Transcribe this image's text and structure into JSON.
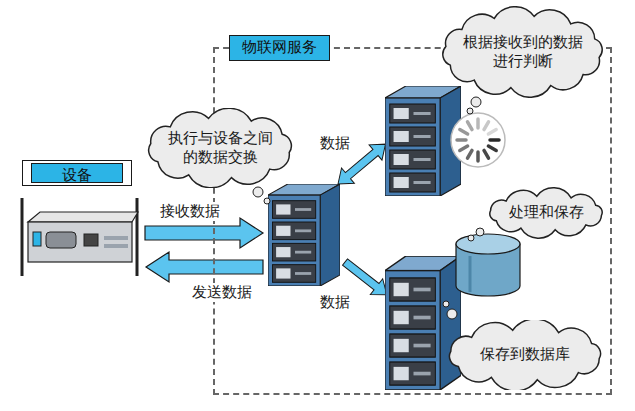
{
  "diagram": {
    "nodes": [
      {
        "text": [
          "设备"
        ]
      },
      {
        "text": [
          "物联网服务"
        ]
      },
      {
        "text": [
          "执行与设备之间的数据交换"
        ],
        "in": 1
      },
      {
        "text": [
          "根据接收到的数据进行判断"
        ],
        "in": 1
      },
      {
        "text": [
          "处理和保存"
        ],
        "in": 1
      },
      {
        "text": [
          "保存到数据库"
        ],
        "in": 1
      }
    ],
    "labels": [
      "接收数据",
      "发送数据",
      "数据",
      "数据"
    ]
  }
}
